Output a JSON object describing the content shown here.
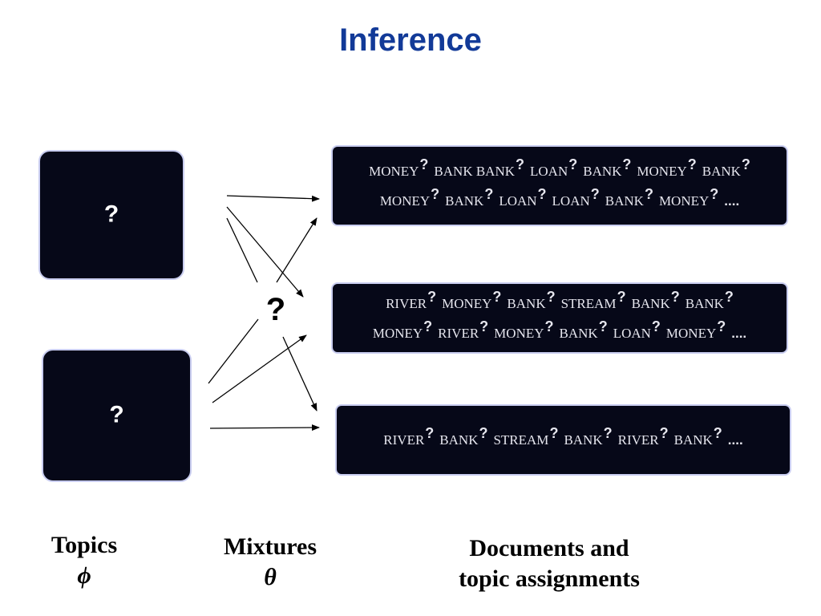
{
  "title": "Inference",
  "topics": [
    {
      "mark": "?"
    },
    {
      "mark": "?"
    }
  ],
  "mixture_mark": "?",
  "question_mark": "?",
  "documents": [
    {
      "lines": [
        [
          "MONEY",
          "BANK BANK",
          "LOAN",
          "BANK",
          "MONEY",
          "BANK"
        ],
        [
          "MONEY",
          "BANK",
          "LOAN",
          "LOAN",
          "BANK",
          "MONEY",
          "...."
        ]
      ]
    },
    {
      "lines": [
        [
          "RIVER",
          "MONEY",
          "BANK",
          "STREAM",
          "BANK",
          "BANK"
        ],
        [
          "MONEY",
          "RIVER",
          "MONEY",
          "BANK",
          "LOAN",
          "MONEY",
          "...."
        ]
      ]
    },
    {
      "lines": [
        [
          "RIVER",
          "BANK",
          "STREAM",
          "BANK",
          "RIVER",
          "BANK",
          "...."
        ]
      ]
    }
  ],
  "captions": {
    "topics": {
      "label": "Topics",
      "symbol": "ϕ"
    },
    "mixtures": {
      "label": "Mixtures",
      "symbol": "θ"
    },
    "documents": {
      "line1": "Documents and",
      "line2": "topic assignments"
    }
  },
  "colors": {
    "title": "#123a98",
    "box_fill": "#060818",
    "box_border": "#c9cdf0",
    "doc_text": "#e6e6ee"
  }
}
